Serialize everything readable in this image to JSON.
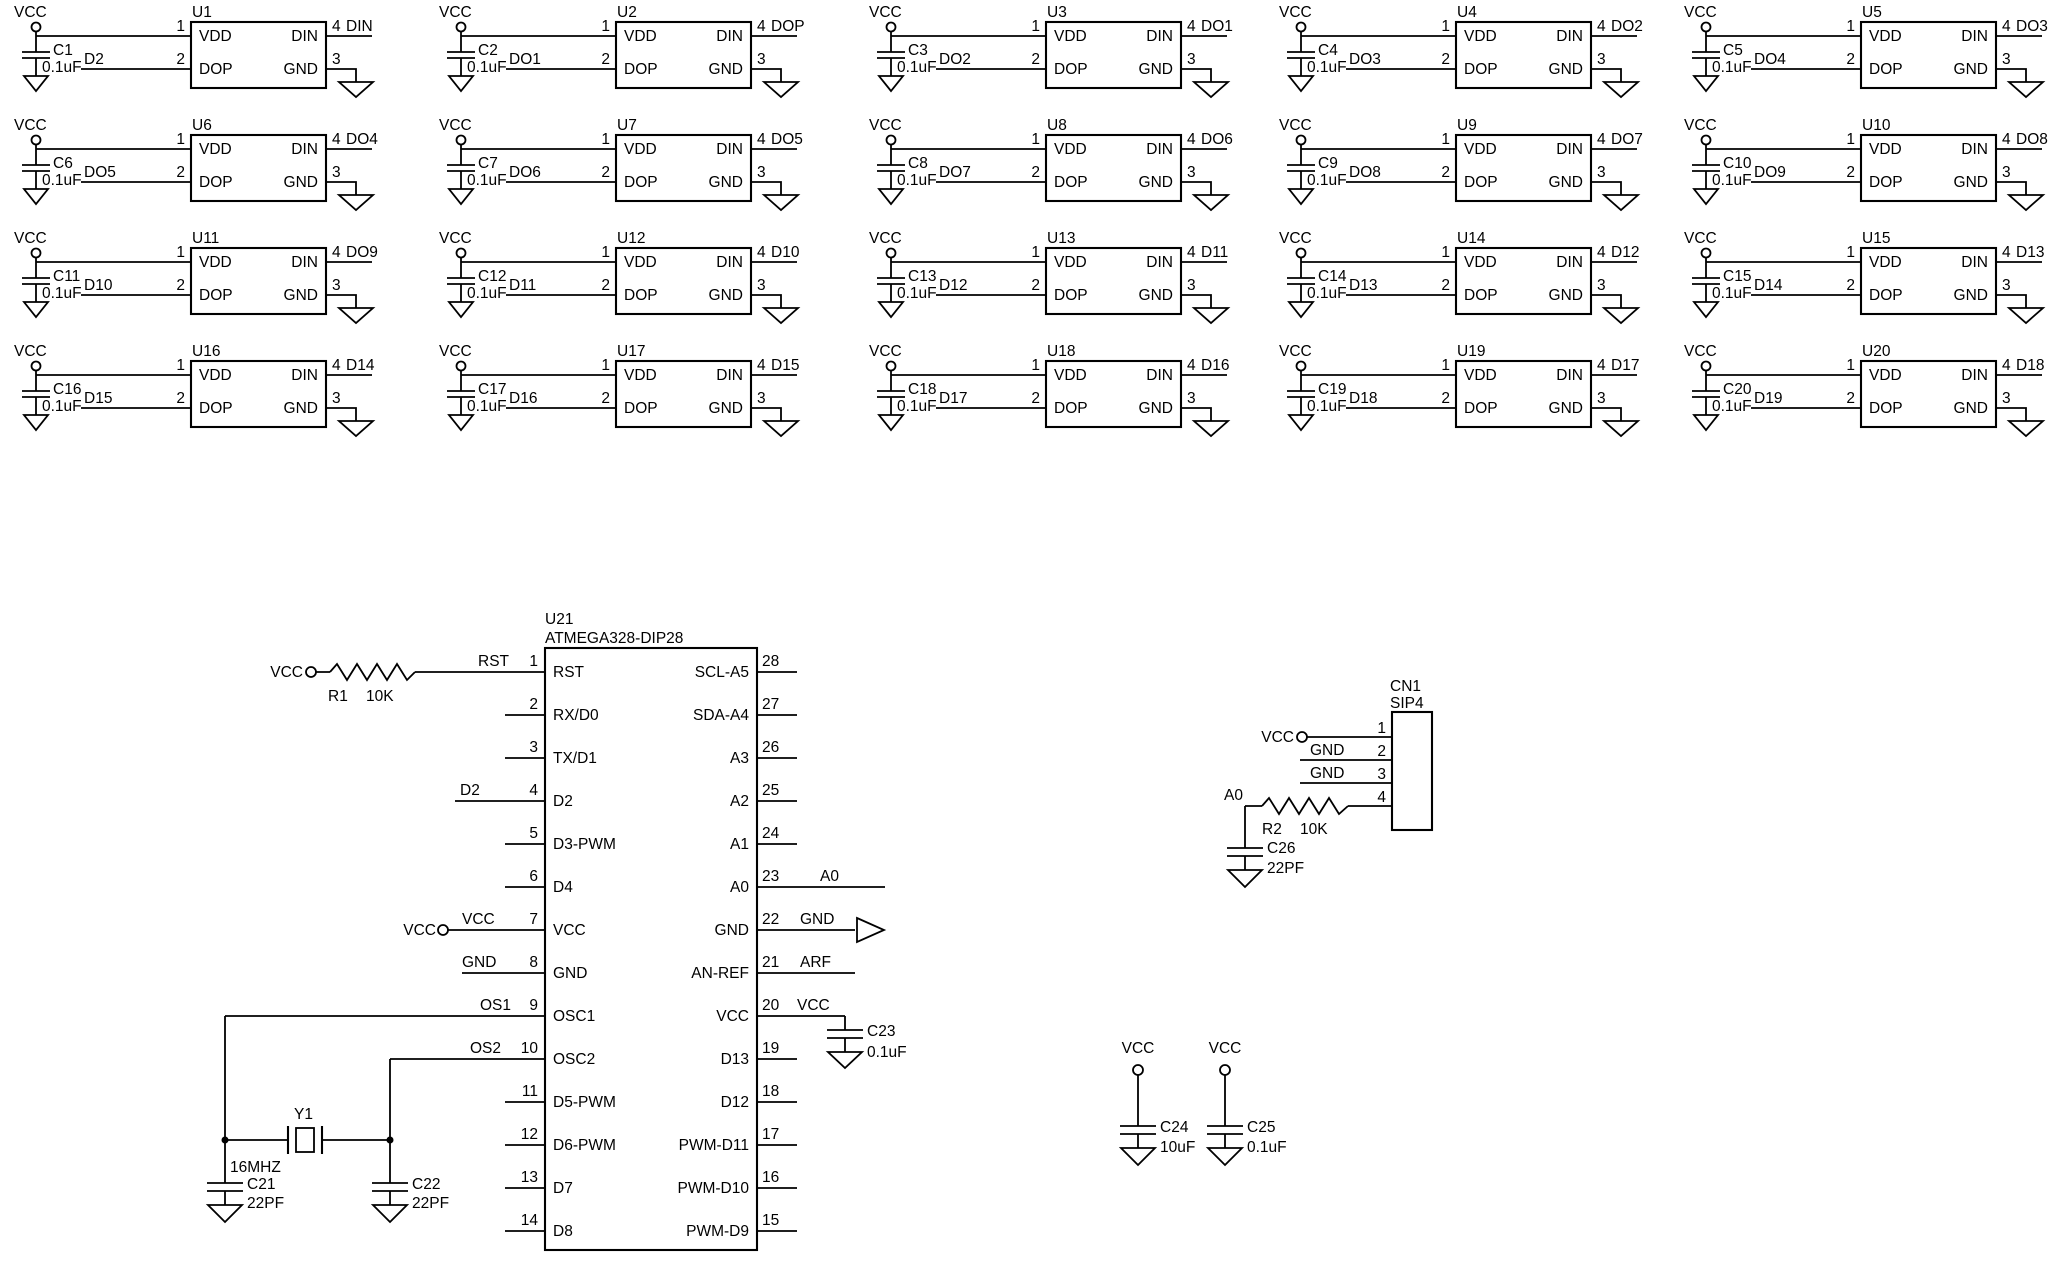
{
  "labels": {
    "vcc": "VCC"
  },
  "driver_cell": {
    "pin_numbers": {
      "p1": "1",
      "p2": "2",
      "p3": "3",
      "p4": "4"
    },
    "pin_names": {
      "vdd": "VDD",
      "din": "DIN",
      "dop": "DOP",
      "gnd": "GND"
    }
  },
  "driver_cells": [
    {
      "ref": "U1",
      "cap": "C1",
      "cap_value": "0.1uF",
      "in": "D2",
      "out": "DIN"
    },
    {
      "ref": "U2",
      "cap": "C2",
      "cap_value": "0.1uF",
      "in": "DO1",
      "out": "DOP"
    },
    {
      "ref": "U3",
      "cap": "C3",
      "cap_value": "0.1uF",
      "in": "DO2",
      "out": "DO1"
    },
    {
      "ref": "U4",
      "cap": "C4",
      "cap_value": "0.1uF",
      "in": "DO3",
      "out": "DO2"
    },
    {
      "ref": "U5",
      "cap": "C5",
      "cap_value": "0.1uF",
      "in": "DO4",
      "out": "DO3"
    },
    {
      "ref": "U6",
      "cap": "C6",
      "cap_value": "0.1uF",
      "in": "DO5",
      "out": "DO4"
    },
    {
      "ref": "U7",
      "cap": "C7",
      "cap_value": "0.1uF",
      "in": "DO6",
      "out": "DO5"
    },
    {
      "ref": "U8",
      "cap": "C8",
      "cap_value": "0.1uF",
      "in": "DO7",
      "out": "DO6"
    },
    {
      "ref": "U9",
      "cap": "C9",
      "cap_value": "0.1uF",
      "in": "DO8",
      "out": "DO7"
    },
    {
      "ref": "U10",
      "cap": "C10",
      "cap_value": "0.1uF",
      "in": "DO9",
      "out": "DO8"
    },
    {
      "ref": "U11",
      "cap": "C11",
      "cap_value": "0.1uF",
      "in": "D10",
      "out": "DO9"
    },
    {
      "ref": "U12",
      "cap": "C12",
      "cap_value": "0.1uF",
      "in": "D11",
      "out": "D10"
    },
    {
      "ref": "U13",
      "cap": "C13",
      "cap_value": "0.1uF",
      "in": "D12",
      "out": "D11"
    },
    {
      "ref": "U14",
      "cap": "C14",
      "cap_value": "0.1uF",
      "in": "D13",
      "out": "D12"
    },
    {
      "ref": "U15",
      "cap": "C15",
      "cap_value": "0.1uF",
      "in": "D14",
      "out": "D13"
    },
    {
      "ref": "U16",
      "cap": "C16",
      "cap_value": "0.1uF",
      "in": "D15",
      "out": "D14"
    },
    {
      "ref": "U17",
      "cap": "C17",
      "cap_value": "0.1uF",
      "in": "D16",
      "out": "D15"
    },
    {
      "ref": "U18",
      "cap": "C18",
      "cap_value": "0.1uF",
      "in": "D17",
      "out": "D16"
    },
    {
      "ref": "U19",
      "cap": "C19",
      "cap_value": "0.1uF",
      "in": "D18",
      "out": "D17"
    },
    {
      "ref": "U20",
      "cap": "C20",
      "cap_value": "0.1uF",
      "in": "D19",
      "out": "D18"
    }
  ],
  "mcu": {
    "ref": "U21",
    "part": "ATMEGA328-DIP28",
    "left_pins": [
      {
        "num": "1",
        "name": "RST",
        "net": "RST"
      },
      {
        "num": "2",
        "name": "RX/D0"
      },
      {
        "num": "3",
        "name": "TX/D1"
      },
      {
        "num": "4",
        "name": "D2",
        "net": "D2"
      },
      {
        "num": "5",
        "name": "D3-PWM"
      },
      {
        "num": "6",
        "name": "D4"
      },
      {
        "num": "7",
        "name": "VCC",
        "net": "VCC"
      },
      {
        "num": "8",
        "name": "GND",
        "net": "GND"
      },
      {
        "num": "9",
        "name": "OSC1",
        "net": "OS1"
      },
      {
        "num": "10",
        "name": "OSC2",
        "net": "OS2"
      },
      {
        "num": "11",
        "name": "D5-PWM"
      },
      {
        "num": "12",
        "name": "D6-PWM"
      },
      {
        "num": "13",
        "name": "D7"
      },
      {
        "num": "14",
        "name": "D8"
      }
    ],
    "right_pins": [
      {
        "num": "28",
        "name": "SCL-A5"
      },
      {
        "num": "27",
        "name": "SDA-A4"
      },
      {
        "num": "26",
        "name": "A3"
      },
      {
        "num": "25",
        "name": "A2"
      },
      {
        "num": "24",
        "name": "A1"
      },
      {
        "num": "23",
        "name": "A0",
        "net": "A0"
      },
      {
        "num": "22",
        "name": "GND",
        "net": "GND"
      },
      {
        "num": "21",
        "name": "AN-REF",
        "net": "ARF"
      },
      {
        "num": "20",
        "name": "VCC",
        "net": "VCC"
      },
      {
        "num": "19",
        "name": "D13"
      },
      {
        "num": "18",
        "name": "D12"
      },
      {
        "num": "17",
        "name": "PWM-D11"
      },
      {
        "num": "16",
        "name": "PWM-D10"
      },
      {
        "num": "15",
        "name": "PWM-D9"
      }
    ],
    "r1": {
      "ref": "R1",
      "value": "10K"
    },
    "y1": {
      "ref": "Y1",
      "value": "16MHZ"
    },
    "c21": {
      "ref": "C21",
      "value": "22PF"
    },
    "c22": {
      "ref": "C22",
      "value": "22PF"
    },
    "c23": {
      "ref": "C23",
      "value": "0.1uF"
    }
  },
  "cn1": {
    "ref": "CN1",
    "part": "SIP4",
    "pins": [
      {
        "num": "1",
        "net": "VCC"
      },
      {
        "num": "2",
        "net": "GND"
      },
      {
        "num": "3",
        "net": "GND"
      },
      {
        "num": "4",
        "net": "A0"
      }
    ],
    "r2": {
      "ref": "R2",
      "value": "10K"
    },
    "c26": {
      "ref": "C26",
      "value": "22PF"
    }
  },
  "power": {
    "c24": {
      "ref": "C24",
      "value": "10uF"
    },
    "c25": {
      "ref": "C25",
      "value": "0.1uF"
    }
  }
}
